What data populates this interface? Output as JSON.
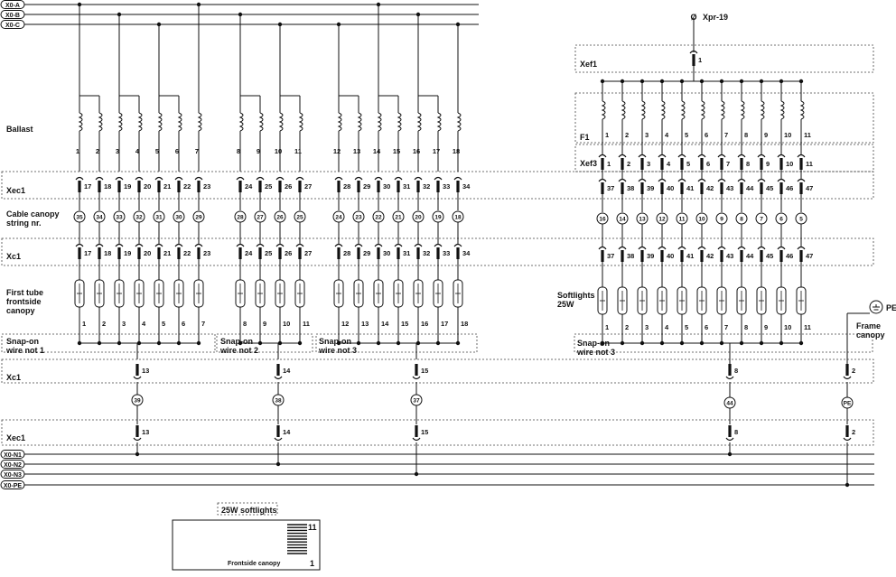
{
  "buses_top": [
    "X0-A",
    "X0-B",
    "X0-C"
  ],
  "buses_bottom": [
    "X0-N1",
    "X0-N2",
    "X0-N3",
    "X0-PE"
  ],
  "labels": {
    "ballast": "Ballast",
    "xec1_top": "Xec1",
    "canopy_string": "Cable canopy\nstring nr.",
    "xc1_mid": "Xc1",
    "first_tube": "First tube\nfrontside\ncanopy",
    "snap1": "Snap-on\nwire not 1",
    "snap2": "Snap-on\nwire not 2",
    "snap3": "Snap-on\nwire not 3",
    "xc1_low": "Xc1",
    "xec1_low": "Xec1",
    "xpr": "Xpr-19",
    "xef1": "Xef1",
    "xef3": "Xef3",
    "f1": "F1",
    "softlights": "Softlights\n25W",
    "snap_right": "Snap-on\nwire not 3",
    "pe": "PE",
    "frame_canopy": "Frame\ncanopy",
    "xef1_terminal": "1",
    "inset_title": "25W softlights",
    "inset_label": "Frontside canopy",
    "inset_top_num": "11",
    "inset_bottom_num": "1"
  },
  "left_groups": [
    {
      "ballast_nums": [
        "1",
        "2",
        "3",
        "4",
        "5",
        "6",
        "7"
      ],
      "xec1_terms": [
        "17",
        "18",
        "19",
        "20",
        "21",
        "22",
        "23"
      ],
      "strings": [
        "35",
        "34",
        "33",
        "32",
        "31",
        "30",
        "29"
      ],
      "xc1_terms": [
        "17",
        "18",
        "19",
        "20",
        "21",
        "22",
        "23"
      ],
      "tube_nums": [
        "1",
        "2",
        "3",
        "4",
        "5",
        "6",
        "7"
      ],
      "common": {
        "xc1": "13",
        "string": "39",
        "xec1": "13"
      }
    },
    {
      "ballast_nums": [
        "8",
        "9",
        "10",
        "11"
      ],
      "xec1_terms": [
        "24",
        "25",
        "26",
        "27"
      ],
      "strings": [
        "28",
        "27",
        "26",
        "25"
      ],
      "xc1_terms": [
        "24",
        "25",
        "26",
        "27"
      ],
      "tube_nums": [
        "8",
        "9",
        "10",
        "11"
      ],
      "common": {
        "xc1": "14",
        "string": "38",
        "xec1": "14"
      }
    },
    {
      "ballast_nums": [
        "12",
        "13",
        "14",
        "15",
        "16",
        "17",
        "18"
      ],
      "xec1_terms": [
        "28",
        "29",
        "30",
        "31",
        "32",
        "33",
        "34"
      ],
      "strings": [
        "24",
        "23",
        "22",
        "21",
        "20",
        "19",
        "18"
      ],
      "xc1_terms": [
        "28",
        "29",
        "30",
        "31",
        "32",
        "33",
        "34"
      ],
      "tube_nums": [
        "12",
        "13",
        "14",
        "15",
        "16",
        "17",
        "18"
      ],
      "common": {
        "xc1": "15",
        "string": "37",
        "xec1": "15"
      }
    }
  ],
  "right_group": {
    "fuse_nums": [
      "1",
      "2",
      "3",
      "4",
      "5",
      "6",
      "7",
      "8",
      "9",
      "10",
      "11"
    ],
    "xef3_terms": [
      "1",
      "2",
      "3",
      "4",
      "5",
      "6",
      "7",
      "8",
      "9",
      "10",
      "11"
    ],
    "xec1_terms": [
      "37",
      "38",
      "39",
      "40",
      "41",
      "42",
      "43",
      "44",
      "45",
      "46",
      "47"
    ],
    "strings": [
      "16",
      "14",
      "13",
      "12",
      "11",
      "10",
      "9",
      "8",
      "7",
      "6",
      "5"
    ],
    "xc1_terms": [
      "37",
      "38",
      "39",
      "40",
      "41",
      "42",
      "43",
      "44",
      "45",
      "46",
      "47"
    ],
    "lamp_nums": [
      "1",
      "2",
      "3",
      "4",
      "5",
      "6",
      "7",
      "8",
      "9",
      "10",
      "11"
    ],
    "common": {
      "xc1": "8",
      "string": "44",
      "xec1": "8"
    }
  },
  "pe_branch": {
    "xc1": "2",
    "string": "PE",
    "xec1": "2"
  }
}
